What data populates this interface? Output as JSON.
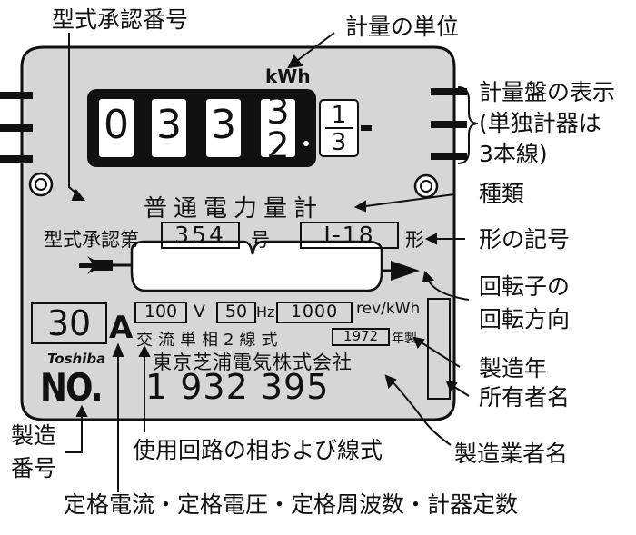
{
  "annotations": {
    "type_approval_number": "型式承認番号",
    "unit": "計量の単位",
    "dial_display": [
      "計量盤の表示",
      "(単独計器は",
      "3本線)"
    ],
    "kind": "種類",
    "model_symbol": "形の記号",
    "rotor_direction": [
      "回転子の",
      "回転方向"
    ],
    "manufacture_year": "製造年",
    "owner_name": "所有者名",
    "serial_number": [
      "製造",
      "番号"
    ],
    "phase_wire": "使用回路の相および線式",
    "manufacturer_name": "製造業者名",
    "ratings": "定格電流・定格電圧・定格周波数・計器定数"
  },
  "meter": {
    "unit": "kWh",
    "digits": [
      "0",
      "3",
      "3",
      "3"
    ],
    "rolling_digit_next": "2",
    "fraction_top": "1",
    "fraction_bottom": "3",
    "title": "普通電力量計",
    "approval_prefix": "型式承認第",
    "approval_number": "354",
    "approval_suffix": "号",
    "model_number": "I-18",
    "model_suffix": "形",
    "current_value": "30",
    "current_unit": "A",
    "brand": "Toshiba",
    "voltage": "100",
    "voltage_unit": "V",
    "frequency": "50",
    "frequency_unit": "Hz",
    "constant": "1000",
    "constant_unit": "rev/kWh",
    "phase_wire": "交流単相2線式",
    "year": "1972",
    "year_suffix": "年製",
    "manufacturer": "東京芝浦電気株式会社",
    "serial_prefix": "NO.",
    "serial_number": "1 932 395"
  }
}
